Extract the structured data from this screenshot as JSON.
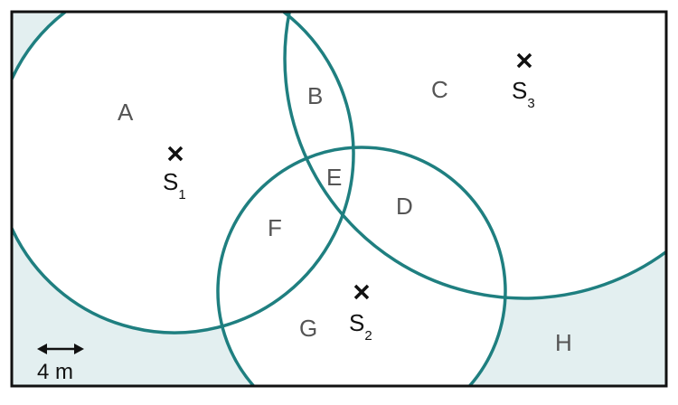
{
  "colors": {
    "shade": "#e3eff0",
    "circle": "#1f7f80",
    "border": "#111111"
  },
  "regions": [
    "A",
    "B",
    "C",
    "D",
    "E",
    "F",
    "G",
    "H"
  ],
  "stations": [
    {
      "name": "S",
      "sub": "1"
    },
    {
      "name": "S",
      "sub": "2"
    },
    {
      "name": "S",
      "sub": "3"
    }
  ],
  "scale": {
    "label": "4 m"
  }
}
